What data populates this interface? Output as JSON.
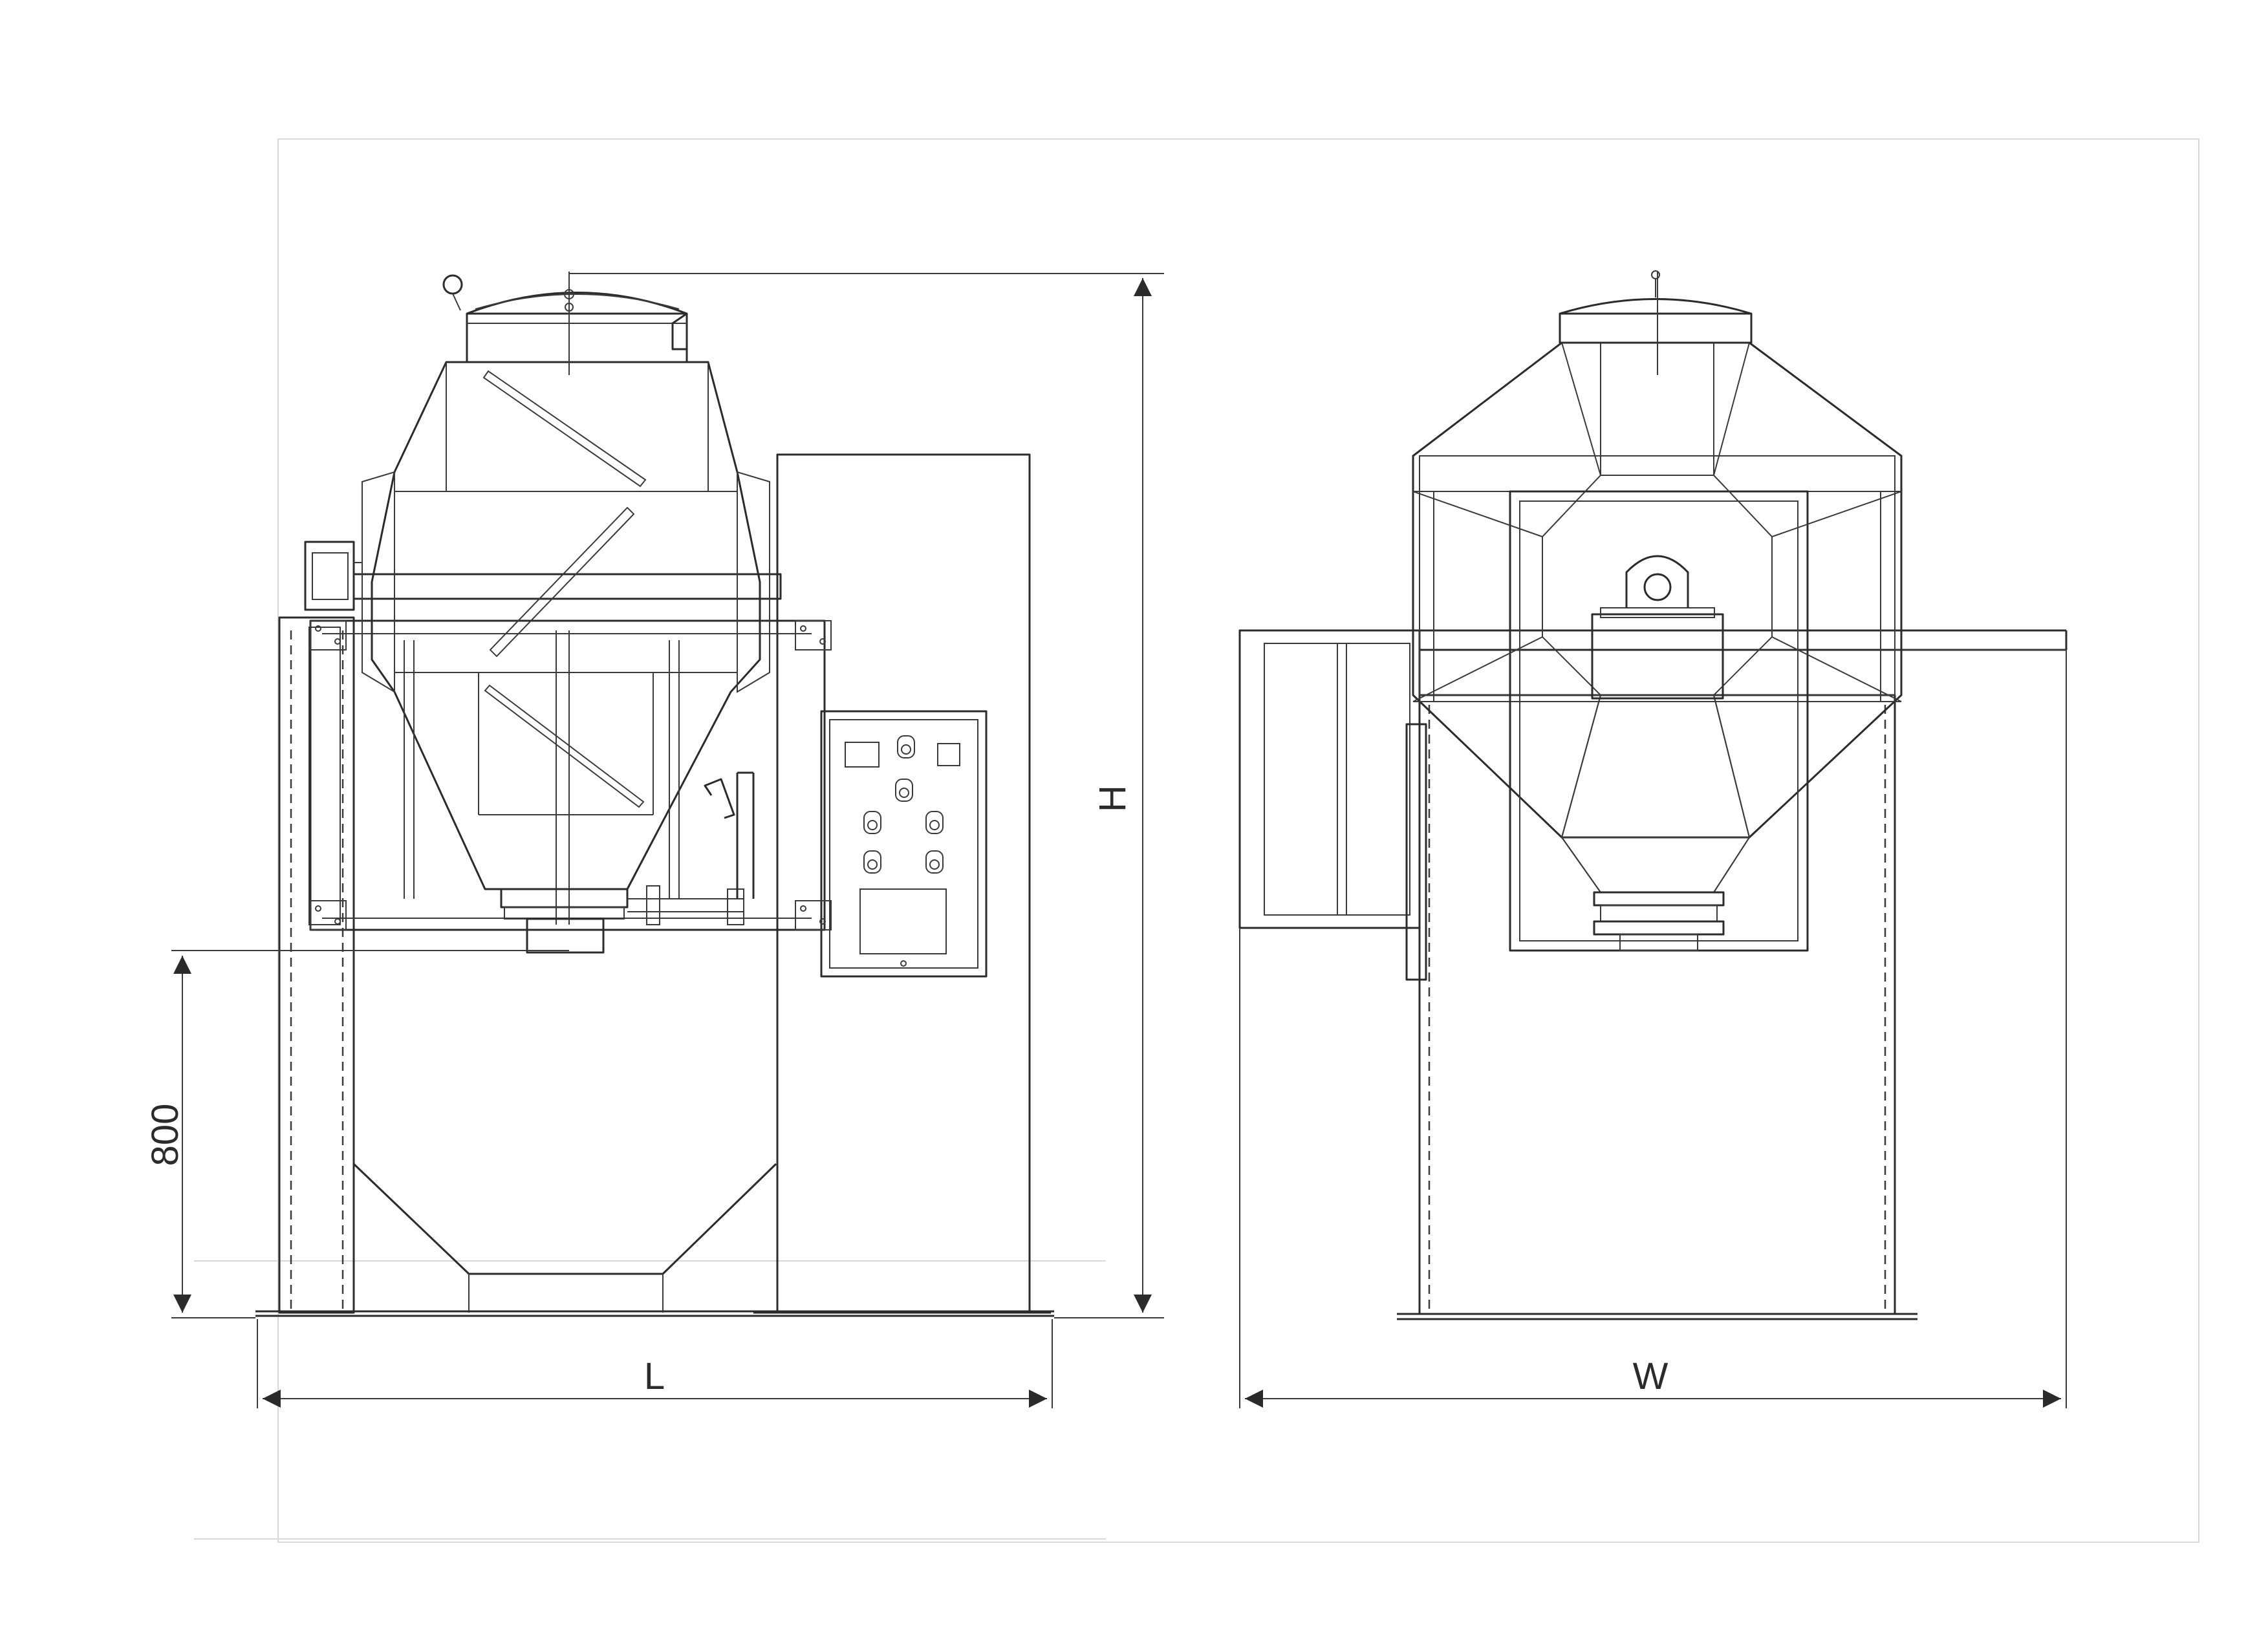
{
  "dimensions": {
    "height_label": "H",
    "support_height_label": "800",
    "length_label": "L",
    "width_label": "W"
  },
  "colors": {
    "line": "#2b2b2b",
    "paper": "#ffffff"
  }
}
